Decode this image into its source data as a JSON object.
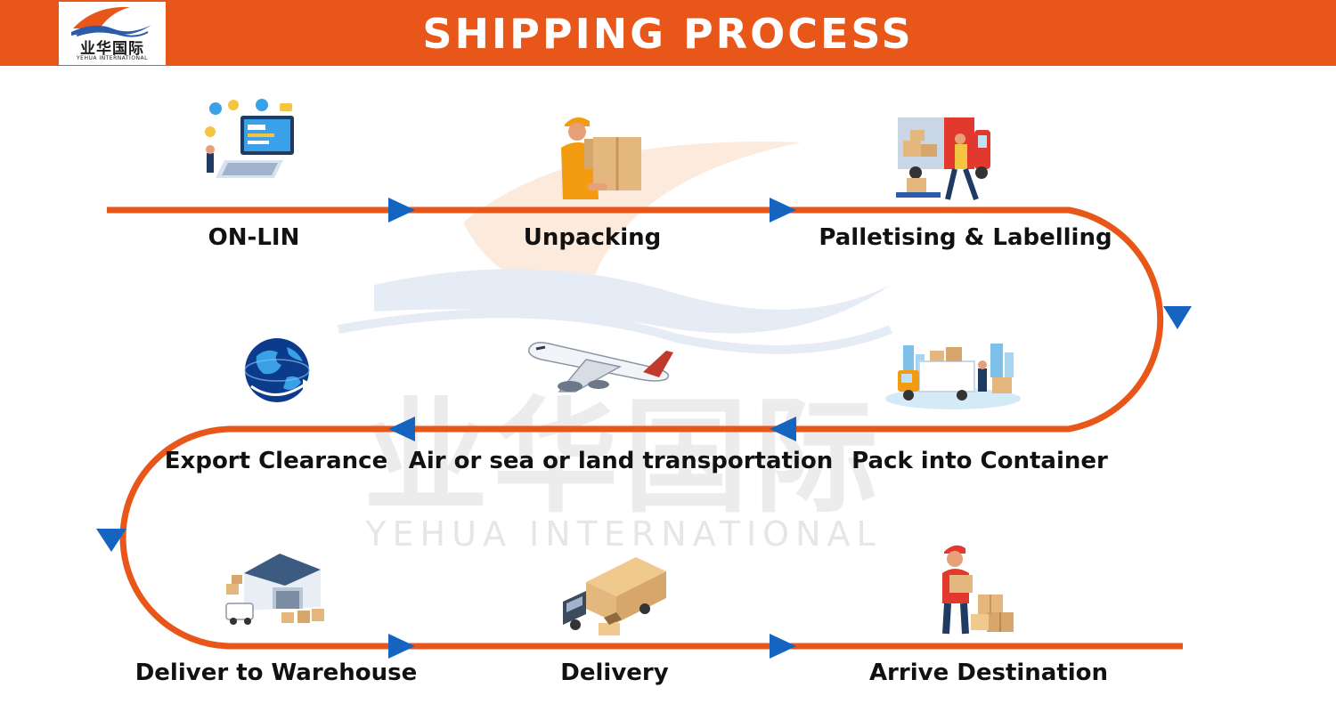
{
  "header": {
    "title": "SHIPPING PROCESS",
    "logo_cn": "业华国际",
    "logo_en": "YEHUA INTERNATIONAL"
  },
  "watermark": {
    "cn": "业华国际",
    "en": "YEHUA INTERNATIONAL"
  },
  "colors": {
    "brand": "#E8561A",
    "arrow": "#1565C0",
    "wave": "#2B5CAA"
  },
  "steps": [
    {
      "label": "ON-LIN",
      "icon": "online-computer-icon"
    },
    {
      "label": "Unpacking",
      "icon": "worker-carrying-box-icon"
    },
    {
      "label": "Palletising & Labelling",
      "icon": "truck-loading-pallet-icon"
    },
    {
      "label": "Pack into Container",
      "icon": "container-truck-icon"
    },
    {
      "label": "Air or sea or land transportation",
      "icon": "airplane-icon"
    },
    {
      "label": "Export Clearance",
      "icon": "globe-icon"
    },
    {
      "label": "Deliver to Warehouse",
      "icon": "warehouse-icon"
    },
    {
      "label": "Delivery",
      "icon": "delivery-truck-icon"
    },
    {
      "label": "Arrive Destination",
      "icon": "courier-with-boxes-icon"
    }
  ]
}
